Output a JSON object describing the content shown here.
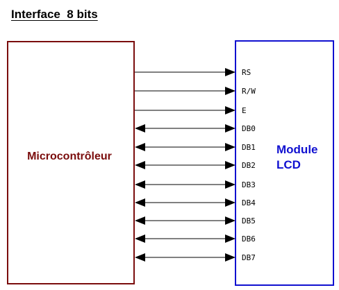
{
  "title": "Interface  8 bits",
  "microcontroller": {
    "label": "Microcontrôleur"
  },
  "lcd_module": {
    "label_line1": "Module",
    "label_line2": "LCD"
  },
  "signals": [
    {
      "name": "RS",
      "direction": "out"
    },
    {
      "name": "R/W",
      "direction": "out"
    },
    {
      "name": "E",
      "direction": "out"
    },
    {
      "name": "DB0",
      "direction": "bidirectional"
    },
    {
      "name": "DB1",
      "direction": "bidirectional"
    },
    {
      "name": "DB2",
      "direction": "bidirectional"
    },
    {
      "name": "DB3",
      "direction": "bidirectional"
    },
    {
      "name": "DB4",
      "direction": "bidirectional"
    },
    {
      "name": "DB5",
      "direction": "bidirectional"
    },
    {
      "name": "DB6",
      "direction": "bidirectional"
    },
    {
      "name": "DB7",
      "direction": "bidirectional"
    }
  ],
  "colors": {
    "microcontroller_border": "#7a0c0c",
    "microcontroller_text": "#7a0c0c",
    "lcd_border": "#1010d0",
    "lcd_text": "#1010d0",
    "line": "#000000"
  }
}
